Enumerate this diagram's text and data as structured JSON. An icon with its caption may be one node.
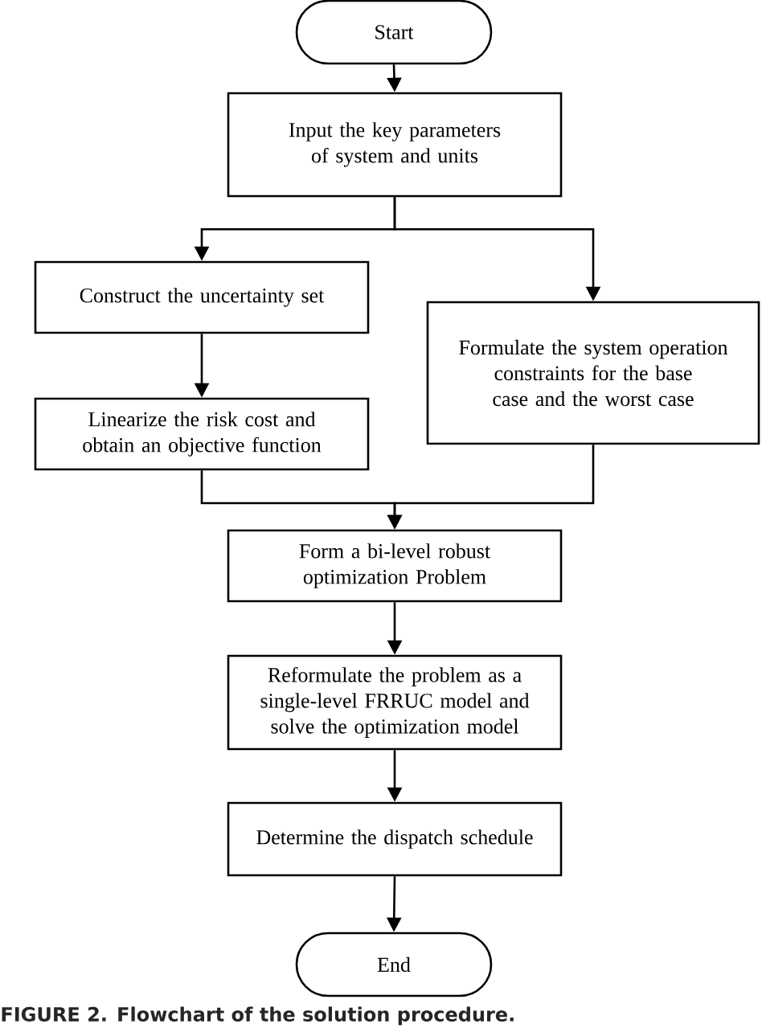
{
  "diagram": {
    "caption": "FIGURE 2. Flowchart of the solution procedure.",
    "nodes": [
      {
        "text": [
          "Start"
        ]
      },
      {
        "text": [
          "Input the key parameters of system and units"
        ]
      },
      {
        "text": [
          "Construct the uncertainty set"
        ]
      },
      {
        "text": [
          "Linearize the risk cost and obtain an objective function"
        ]
      },
      {
        "text": [
          "Formulate the system operation constraints for the base case and the worst case"
        ]
      },
      {
        "text": [
          "Form a bi-level robust optimization Problem"
        ]
      },
      {
        "text": [
          "Reformulate the problem as a single-level FRRUC model and solve the optimization model"
        ]
      },
      {
        "text": [
          "Determine the dispatch schedule"
        ]
      },
      {
        "text": [
          "End"
        ]
      }
    ],
    "edges": [
      {
        "from": 0,
        "to": 1,
        "arrow": "to"
      },
      {
        "from": 1,
        "to": 2,
        "arrow": "to"
      },
      {
        "from": 1,
        "to": 4,
        "arrow": "to"
      },
      {
        "from": 2,
        "to": 3,
        "arrow": "to"
      },
      {
        "from": 3,
        "to": 5,
        "arrow": "to"
      },
      {
        "from": 4,
        "to": 5,
        "arrow": "to"
      },
      {
        "from": 5,
        "to": 6,
        "arrow": "to"
      },
      {
        "from": 6,
        "to": 7,
        "arrow": "to"
      },
      {
        "from": 7,
        "to": 8,
        "arrow": "to"
      }
    ]
  }
}
